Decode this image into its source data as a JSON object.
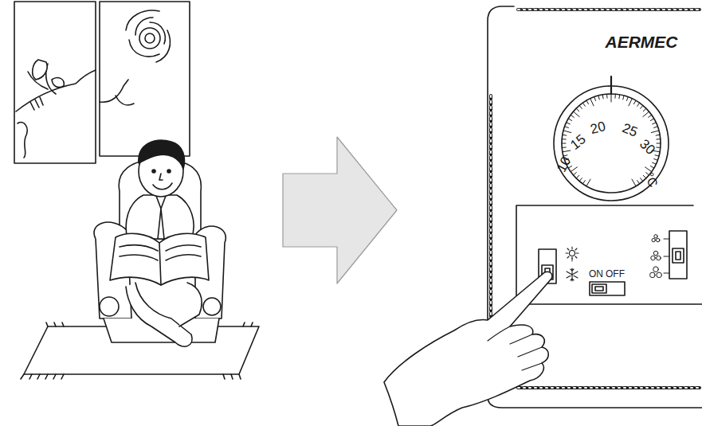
{
  "diagram": {
    "labels": [
      "AERMEC",
      "10",
      "15",
      "20",
      "25",
      "30",
      "°C",
      "ON",
      "OFF"
    ]
  }
}
